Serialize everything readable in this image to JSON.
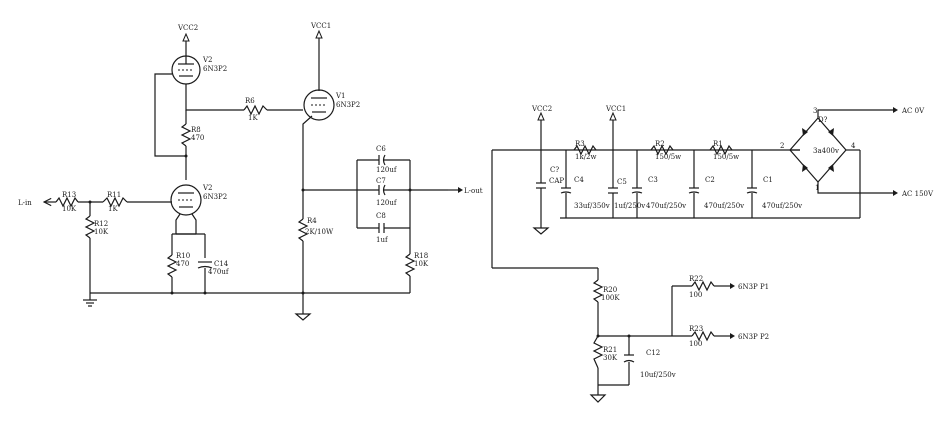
{
  "supplies": {
    "vcc2": "VCC2",
    "vcc1": "VCC1",
    "vcc2_ps": "VCC2",
    "vcc1_ps": "VCC1"
  },
  "tubes": {
    "v2_top": {
      "ref": "V2",
      "type": "6N3P2"
    },
    "v1": {
      "ref": "V1",
      "type": "6N3P2"
    },
    "v2_bottom": {
      "ref": "V2",
      "type": "6N3P2"
    }
  },
  "resistors": {
    "r6": {
      "ref": "R6",
      "value": "1K"
    },
    "r8": {
      "ref": "R8",
      "value": "470"
    },
    "r13": {
      "ref": "R13",
      "value": "10K"
    },
    "r11": {
      "ref": "R11",
      "value": "1K"
    },
    "r12": {
      "ref": "R12",
      "value": "10K"
    },
    "r10": {
      "ref": "R10",
      "value": "470"
    },
    "r4": {
      "ref": "R4",
      "value": "2K/10W"
    },
    "r18": {
      "ref": "R18",
      "value": "10K"
    },
    "r3": {
      "ref": "R3",
      "value": "1k/2w"
    },
    "r2": {
      "ref": "R2",
      "value": "150/5w"
    },
    "r1": {
      "ref": "R1",
      "value": "150/5w"
    },
    "r20": {
      "ref": "R20",
      "value": "100K"
    },
    "r21": {
      "ref": "R21",
      "value": "30K"
    },
    "r22": {
      "ref": "R22",
      "value": "100"
    },
    "r23": {
      "ref": "R23",
      "value": "100"
    }
  },
  "capacitors": {
    "c6": {
      "ref": "C6",
      "value": "120uf"
    },
    "c7": {
      "ref": "C7",
      "value": "120uf"
    },
    "c8": {
      "ref": "C8",
      "value": "1uf"
    },
    "c14": {
      "ref": "C14",
      "value": "470uf"
    },
    "c_ps": {
      "ref": "C?",
      "value": "CAP"
    },
    "c4": {
      "ref": "C4",
      "value": "33uf/350v"
    },
    "c5": {
      "ref": "C5",
      "value": "1uf/250v"
    },
    "c3": {
      "ref": "C3",
      "value": "470uf/250v"
    },
    "c2": {
      "ref": "C2",
      "value": "470uf/250v"
    },
    "c1": {
      "ref": "C1",
      "value": "470uf/250v"
    },
    "c12": {
      "ref": "C12",
      "value": "10uf/250v"
    }
  },
  "rectifier": {
    "ref": "D?",
    "part": "3a400v",
    "pin1": "1",
    "pin2": "2",
    "pin3": "3",
    "pin4": "4"
  },
  "ports": {
    "l_in": "L-in",
    "l_out": "L-out",
    "ac0v": "AC 0V",
    "ac150v": "AC 150V",
    "out_p1": "6N3P P1",
    "out_p2": "6N3P P2"
  }
}
